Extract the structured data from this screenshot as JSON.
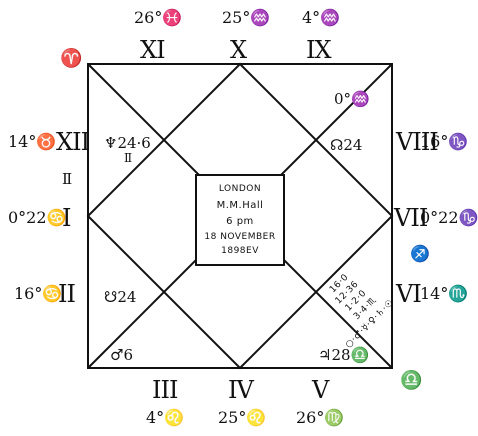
{
  "signs_outer": {
    "aries": "♈",
    "taurus_extra": "Ⅱ",
    "libra": "♎",
    "sagittarius": "♐"
  },
  "houses": {
    "h1": {
      "numeral": "I",
      "cusp": "0°22♋"
    },
    "h2": {
      "numeral": "II",
      "cusp": "16°♋"
    },
    "h3": {
      "numeral": "III",
      "cusp": "4°♌"
    },
    "h4": {
      "numeral": "IV",
      "cusp": "25°♌"
    },
    "h5": {
      "numeral": "V",
      "cusp": "26°♍"
    },
    "h6": {
      "numeral": "VI",
      "cusp": "14°♏"
    },
    "h7": {
      "numeral": "VII",
      "cusp": "0°22♑"
    },
    "h8": {
      "numeral": "VIII",
      "cusp": "16°♑"
    },
    "h9": {
      "numeral": "IX",
      "cusp": "4°♒"
    },
    "h10": {
      "numeral": "X",
      "cusp": "25°♒"
    },
    "h11": {
      "numeral": "XI",
      "cusp": "26°♓"
    },
    "h12": {
      "numeral": "XII",
      "cusp": "14°♉"
    }
  },
  "planets": {
    "neptune": "♆24·6",
    "neptune_sign": "Ⅱ",
    "moon": "0°♒",
    "north_node": "☊24",
    "south_node": "☋24",
    "mars": "♂6",
    "jupiter": "♃28♎",
    "cluster_1": "16·0",
    "cluster_2": "12·36",
    "cluster_3": "1·2·0",
    "cluster_4": "3·4·♏",
    "cluster_5": "○·♂·☿·♀·♄·☉"
  },
  "centre": {
    "line1": "LONDON",
    "line2": "M.M.Hall",
    "line3": "6 pm",
    "line4": "18 NOVEMBER",
    "line5": "1898EV"
  }
}
